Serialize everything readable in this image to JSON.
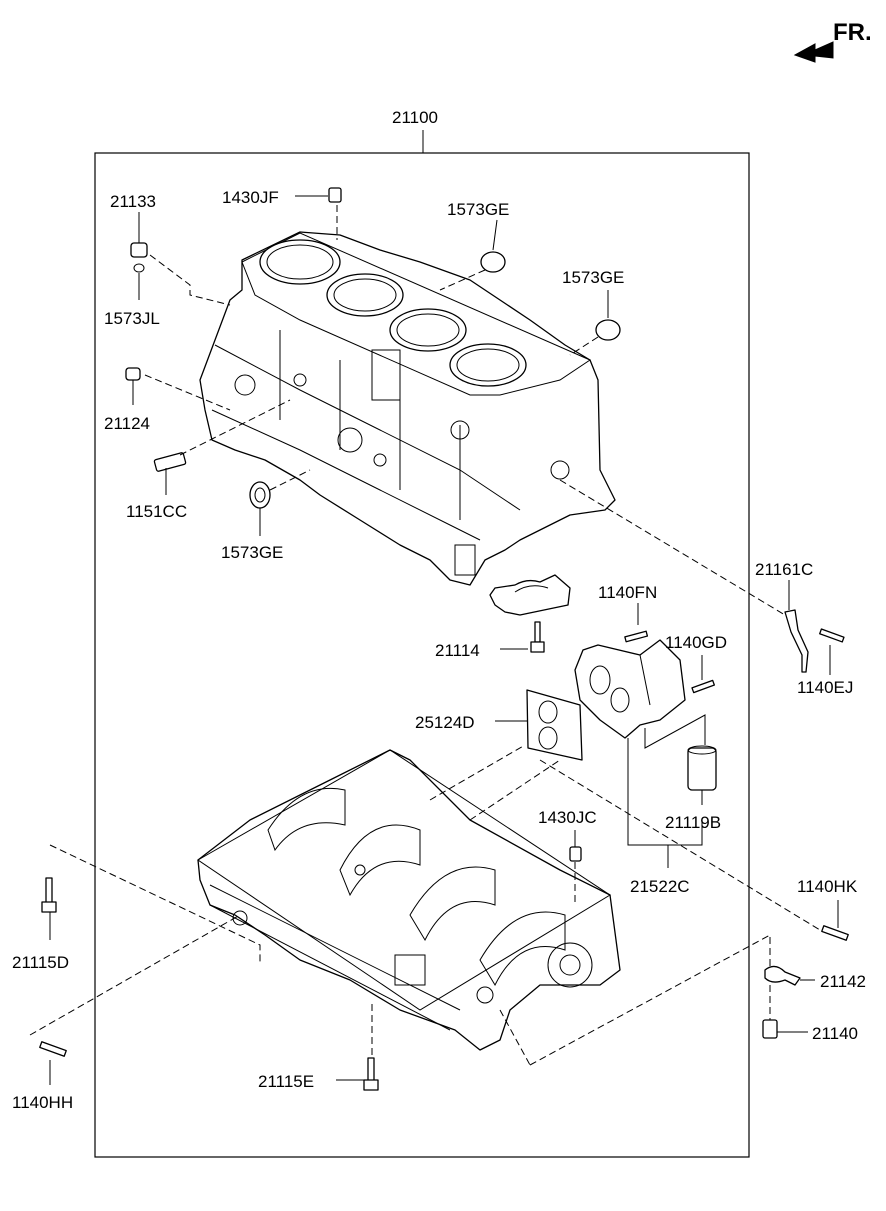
{
  "direction_indicator": "FR.",
  "assembly_number": "21100",
  "part_labels": [
    "21133",
    "1430JF",
    "1573GE",
    "1573GE",
    "1573JL",
    "21124",
    "1151CC",
    "1573GE",
    "21161C",
    "1140FN",
    "21114",
    "1140GD",
    "1140EJ",
    "25124D",
    "21119B",
    "1430JC",
    "21522C",
    "1140HK",
    "21115D",
    "21142",
    "21140",
    "1140HH",
    "21115E"
  ]
}
